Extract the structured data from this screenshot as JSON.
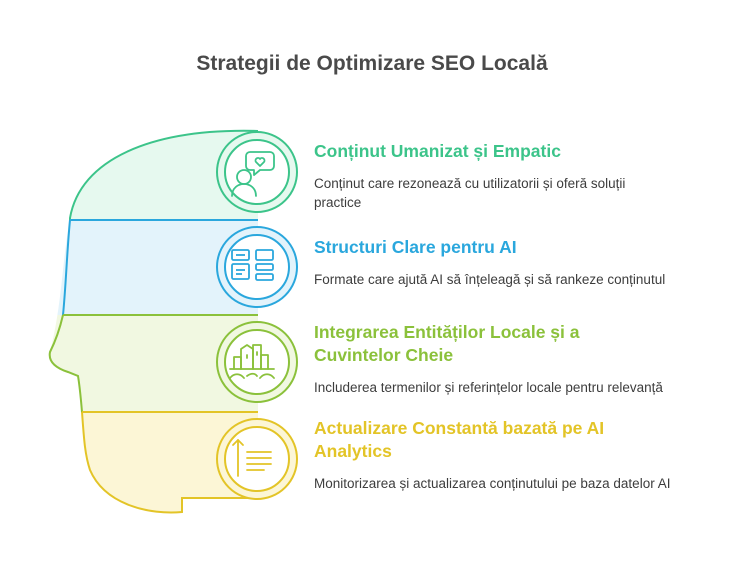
{
  "title": "Strategii de Optimizare SEO Locală",
  "items": [
    {
      "title": "Conținut Umanizat și Empatic",
      "description": "Conținut care rezonează cu utilizatorii și oferă soluții practice",
      "icon": "empathy-person-heart-icon",
      "color": "#3cc48a",
      "fill": "#e6f9ef"
    },
    {
      "title": "Structuri Clare pentru AI",
      "description": "Formate care ajută AI să înțeleagă și să rankeze conținutul",
      "icon": "layout-blocks-icon",
      "color": "#2aa7dd",
      "fill": "#e3f3fb"
    },
    {
      "title": "Integrarea Entităților Locale și a Cuvintelor Cheie",
      "description": "Includerea termenilor și referințelor locale pentru relevanță",
      "icon": "city-skyline-icon",
      "color": "#8bc13b",
      "fill": "#f1f8e1"
    },
    {
      "title": "Actualizare Constantă bazată pe AI Analytics",
      "description": "Monitorizarea și actualizarea conținutului pe baza datelor AI",
      "icon": "sort-ascending-list-icon",
      "color": "#e3c427",
      "fill": "#fcf6d6"
    }
  ]
}
